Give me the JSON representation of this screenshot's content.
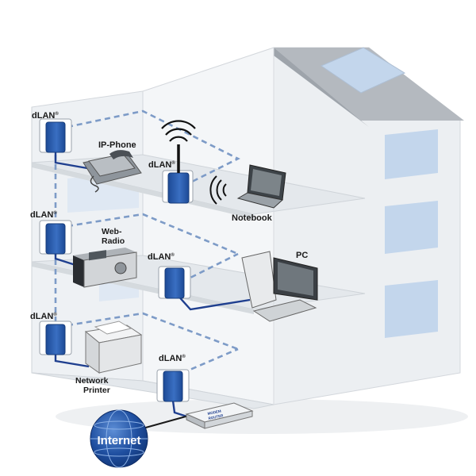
{
  "diagram": {
    "labels": {
      "dlan": "dLAN",
      "registered": "®",
      "ip_phone": "IP-Phone",
      "notebook": "Notebook",
      "web": "Web-",
      "radio": "Radio",
      "pc": "PC",
      "network": "Network",
      "printer": "Printer",
      "internet": "Internet",
      "router_line1": "MODEM",
      "router_line2": "ROUTER"
    },
    "colors": {
      "adapter_blue": "#2d5fb0",
      "cable_blue": "#1f3f8f",
      "dashed_link": "#7d9bc7",
      "window_blue": "#c3d6ec",
      "wall": "#eceff2",
      "roof": "#b2b7bd"
    }
  }
}
